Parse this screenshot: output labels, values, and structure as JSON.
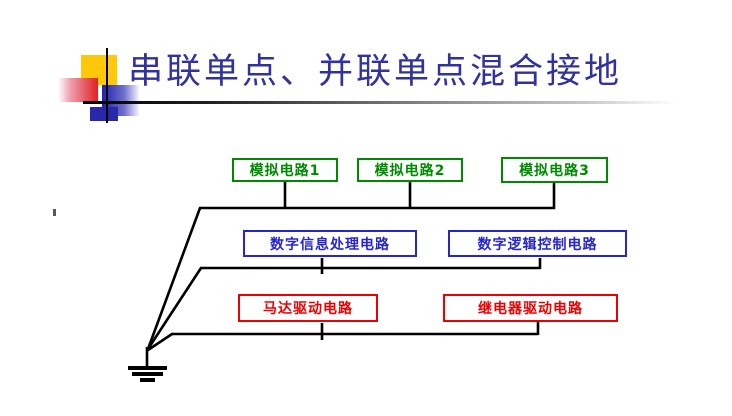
{
  "slide": {
    "title": "串联单点、并联单点混合接地",
    "title_color": "#32329e",
    "decoration_colors": {
      "yellow": "#ffc808",
      "red": "#e02020",
      "blue": "#2020b0"
    }
  },
  "diagram": {
    "groups": {
      "analog": {
        "color": "#008a00",
        "items": [
          {
            "label": "模拟电路1"
          },
          {
            "label": "模拟电路2"
          },
          {
            "label": "模拟电路3"
          }
        ]
      },
      "digital": {
        "color": "#2626cc",
        "items": [
          {
            "label": "数字信息处理电路"
          },
          {
            "label": "数字逻辑控制电路"
          }
        ]
      },
      "driver": {
        "color": "#ee0000",
        "items": [
          {
            "label": "马达驱动电路"
          },
          {
            "label": "继电器驱动电路"
          }
        ]
      }
    },
    "ground_symbol": "earth-ground",
    "wire_color": "#000000"
  }
}
